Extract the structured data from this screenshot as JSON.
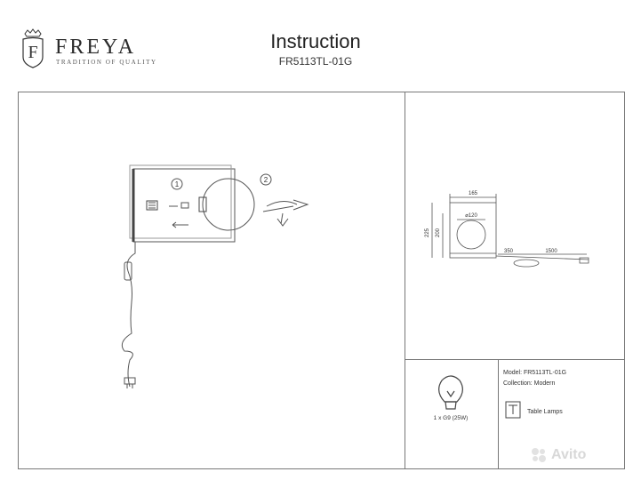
{
  "header": {
    "brand": "FREYA",
    "tagline": "TRADITION OF QUALITY",
    "logo_letter": "F",
    "title": "Instruction",
    "model_code": "FR5113TL-01G"
  },
  "assembly": {
    "step1": "1",
    "step2": "2"
  },
  "dimensions": {
    "width": "165",
    "globe_diameter": "⌀120",
    "total_height": "225",
    "body_height": "200",
    "plug_cable": "350",
    "cord_length": "1500"
  },
  "info": {
    "bulb_spec": "1 x G9 (25W)",
    "model": "Model: FR5113TL-01G",
    "collection": "Collection: Modern",
    "type": "Table Lamps"
  },
  "watermark": {
    "text": "Avito",
    "icon": "avito-dots-icon"
  }
}
